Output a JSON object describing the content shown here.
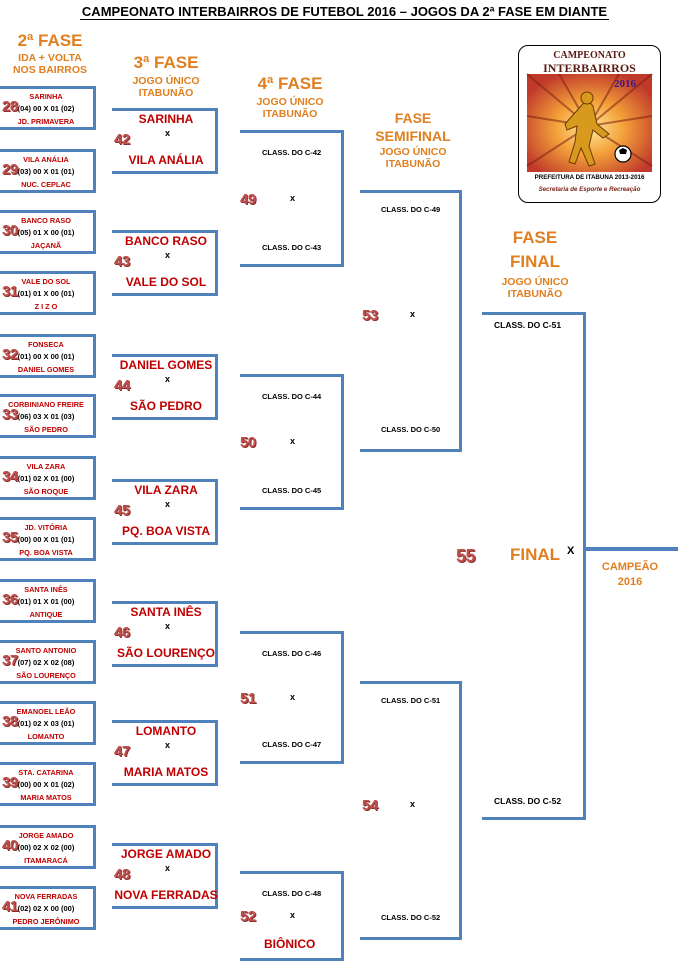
{
  "title": "CAMPEONATO INTERBAIRROS DE FUTEBOL 2016 – JOGOS DA 2ª FASE EM DIANTE",
  "phases": {
    "p2": {
      "name": "2ª FASE",
      "sub1": "IDA + VOLTA",
      "sub2": "NOS BAIRROS"
    },
    "p3": {
      "name": "3ª FASE",
      "sub1": "JOGO ÚNICO",
      "sub2": "ITABUNÃO"
    },
    "p4": {
      "name": "4ª FASE",
      "sub1": "JOGO ÚNICO",
      "sub2": "ITABUNÃO"
    },
    "semi": {
      "name1": "FASE",
      "name2": "SEMIFINAL",
      "sub1": "JOGO ÚNICO",
      "sub2": "ITABUNÃO"
    },
    "final": {
      "name1": "FASE",
      "name2": "FINAL",
      "sub1": "JOGO ÚNICO",
      "sub2": "ITABUNÃO"
    }
  },
  "logo": {
    "line1": "CAMPEONATO",
    "line2": "INTERBAIRROS",
    "year": "2016",
    "footer1": "PREFEITURA DE ITABUNA   2013-2016",
    "footer2": "Secretaria de Esporte e Recreação"
  },
  "round2": [
    {
      "num": "28",
      "home": "SARINHA",
      "score": "(04) 00  X  01 (02)",
      "away": "JD. PRIMAVERA"
    },
    {
      "num": "29",
      "home": "VILA ANÁLIA",
      "score": "(03) 00  X  01 (01)",
      "away": "NUC. CEPLAC"
    },
    {
      "num": "30",
      "home": "BANCO RASO",
      "score": "(05) 01  X  00 (01)",
      "away": "JAÇANÃ"
    },
    {
      "num": "31",
      "home": "VALE DO SOL",
      "score": "(01) 01  X  00 (01)",
      "away": "Z I Z O"
    },
    {
      "num": "32",
      "home": "FONSECA",
      "score": "(01) 00  X  00 (01)",
      "away": "DANIEL GOMES"
    },
    {
      "num": "33",
      "home": "CORBINIANO FREIRE",
      "score": "(06) 03  X  01 (03)",
      "away": "SÃO PEDRO"
    },
    {
      "num": "34",
      "home": "VILA ZARA",
      "score": "(01)  02  X  01 (00)",
      "away": "SÃO ROQUE"
    },
    {
      "num": "35",
      "home": "JD. VITÓRIA",
      "score": "(00)  00  X  01 (01)",
      "away": "PQ. BOA VISTA"
    },
    {
      "num": "36",
      "home": "SANTA INÊS",
      "score": "(01) 01  X  01 (00)",
      "away": "ANTIQUE"
    },
    {
      "num": "37",
      "home": "SANTO ANTONIO",
      "score": "(07) 02  X  02 (08)",
      "away": "SÃO LOURENÇO"
    },
    {
      "num": "38",
      "home": "EMANOEL LEÃO",
      "score": "(01) 02  X  03 (01)",
      "away": "LOMANTO"
    },
    {
      "num": "39",
      "home": "STA. CATARINA",
      "score": "(00) 00  X  01 (02)",
      "away": "MARIA MATOS"
    },
    {
      "num": "40",
      "home": "JORGE AMADO",
      "score": "(00) 02  X  02 (00)",
      "away": "ITAMARACÁ"
    },
    {
      "num": "41",
      "home": "NOVA FERRADAS",
      "score": "(02) 02  X  00 (00)",
      "away": "PEDRO JERÔNIMO"
    }
  ],
  "round3": [
    {
      "num": "42",
      "home": "SARINHA",
      "away": "VILA ANÁLIA",
      "x": "x"
    },
    {
      "num": "43",
      "home": "BANCO RASO",
      "away": "VALE DO SOL",
      "x": "x"
    },
    {
      "num": "44",
      "home": "DANIEL GOMES",
      "away": "SÃO PEDRO",
      "x": "x"
    },
    {
      "num": "45",
      "home": "VILA ZARA",
      "away": "PQ. BOA VISTA",
      "x": "x"
    },
    {
      "num": "46",
      "home": "SANTA INÊS",
      "away": "SÃO LOURENÇO",
      "x": "x"
    },
    {
      "num": "47",
      "home": "LOMANTO",
      "away": "MARIA MATOS",
      "x": "x"
    },
    {
      "num": "48",
      "home": "JORGE AMADO",
      "away": "NOVA FERRADAS",
      "x": "x"
    }
  ],
  "round4": [
    {
      "num": "49",
      "home": "CLASS. DO C-42",
      "away": "CLASS. DO C-43",
      "x": "x"
    },
    {
      "num": "50",
      "home": "CLASS. DO C-44",
      "away": "CLASS. DO C-45",
      "x": "x"
    },
    {
      "num": "51",
      "home": "CLASS. DO C-46",
      "away": "CLASS. DO C-47",
      "x": "x"
    },
    {
      "num": "52",
      "home": "CLASS. DO C-48",
      "away": "BIÔNICO",
      "x": "x"
    }
  ],
  "semis": [
    {
      "num": "53",
      "home": "CLASS. DO C-49",
      "away": "CLASS. DO C-50",
      "x": "x"
    },
    {
      "num": "54",
      "home": "CLASS. DO C-51",
      "away": "CLASS. DO C-52",
      "x": "x"
    }
  ],
  "final": {
    "num": "55",
    "label": "FINAL",
    "x": "X",
    "home": "CLASS. DO C-51",
    "away": "CLASS. DO C-52"
  },
  "champion": {
    "line1": "CAMPEÃO",
    "line2": "2016"
  },
  "colors": {
    "bracket": "#4f81bd",
    "team": "#c00000",
    "phase": "#e07f1f",
    "number": "#c0504d"
  }
}
